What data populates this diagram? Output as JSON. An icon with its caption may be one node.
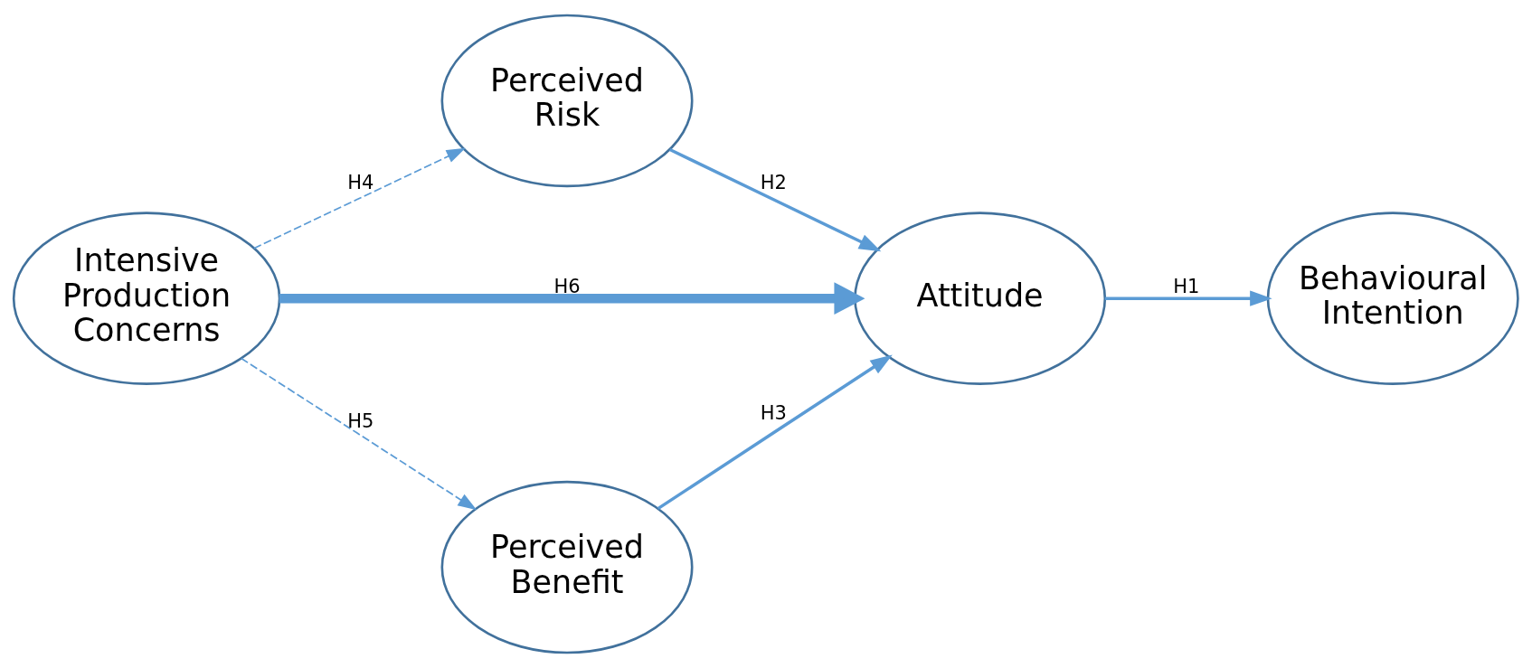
{
  "diagram": {
    "nodes": [
      {
        "text": [
          "Intensive Production Concerns"
        ]
      },
      {
        "text": [
          "Perceived Risk"
        ]
      },
      {
        "text": [
          "Attitude"
        ]
      },
      {
        "text": [
          "Perceived Benefit"
        ]
      },
      {
        "text": [
          "Behavioural Intention"
        ]
      }
    ],
    "edges": [
      {
        "from": 0,
        "to": 1,
        "arrow": "to",
        "label": "H4",
        "style": "dashed"
      },
      {
        "from": 1,
        "to": 2,
        "arrow": "to",
        "label": "H2"
      },
      {
        "from": 0,
        "to": 2,
        "arrow": "to",
        "label": "H6",
        "style": "thick"
      },
      {
        "from": 2,
        "to": 4,
        "arrow": "to",
        "label": "H1"
      },
      {
        "from": 3,
        "to": 2,
        "arrow": "to",
        "label": "H3"
      },
      {
        "from": 0,
        "to": 3,
        "arrow": "to",
        "label": "H5",
        "style": "dashed"
      }
    ]
  }
}
